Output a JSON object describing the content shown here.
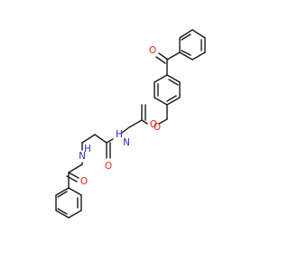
{
  "molecule": {
    "colors": {
      "bond": "#1a1a1a",
      "oxygen": "#e8261a",
      "nitrogen": "#2c2ccf",
      "background": "#ffffff"
    },
    "labels": {
      "ketone_o": "O",
      "ester_o_single": "O",
      "ester_o_double": "O",
      "amide1_o": "O",
      "amide2_o": "O",
      "amide1_n": "N",
      "amide2_n": "N",
      "amide1_h": "H",
      "amide2_h": "H"
    }
  }
}
